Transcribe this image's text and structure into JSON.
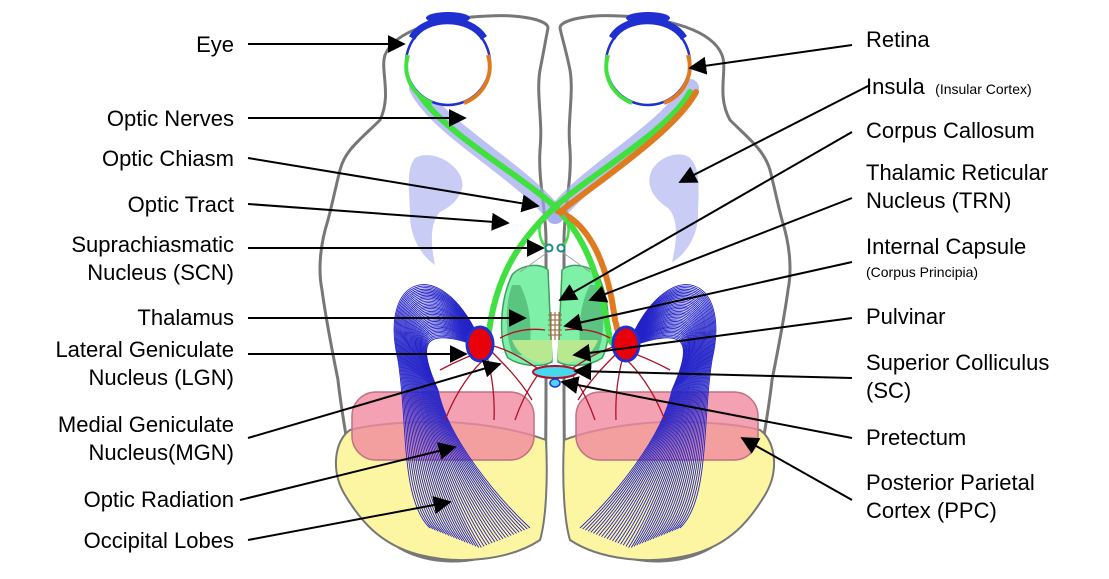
{
  "labels_left": [
    {
      "id": "eye",
      "lines": [
        "Eye"
      ]
    },
    {
      "id": "optic-nerves",
      "lines": [
        "Optic Nerves"
      ]
    },
    {
      "id": "optic-chiasm",
      "lines": [
        "Optic Chiasm"
      ]
    },
    {
      "id": "optic-tract",
      "lines": [
        "Optic Tract"
      ]
    },
    {
      "id": "scn",
      "lines": [
        "Suprachiasmatic",
        "Nucleus (SCN)"
      ]
    },
    {
      "id": "thalamus",
      "lines": [
        "Thalamus"
      ]
    },
    {
      "id": "lgn",
      "lines": [
        "Lateral Geniculate",
        "Nucleus (LGN)"
      ]
    },
    {
      "id": "mgn",
      "lines": [
        "Medial Geniculate",
        "Nucleus(MGN)"
      ]
    },
    {
      "id": "optic-radiation",
      "lines": [
        "Optic Radiation"
      ]
    },
    {
      "id": "occipital-lobes",
      "lines": [
        "Occipital Lobes"
      ]
    }
  ],
  "labels_right": [
    {
      "id": "retina",
      "lines": [
        "Retina"
      ]
    },
    {
      "id": "insula",
      "main": "Insula",
      "sub": "(Insular Cortex)"
    },
    {
      "id": "corpus-callosum",
      "lines": [
        "Corpus Callosum"
      ]
    },
    {
      "id": "trn",
      "lines": [
        "Thalamic Reticular",
        "Nucleus (TRN)"
      ]
    },
    {
      "id": "internal-capsule",
      "lines": [
        "Internal Capsule"
      ],
      "sub": "(Corpus Principia)"
    },
    {
      "id": "pulvinar",
      "lines": [
        "Pulvinar"
      ]
    },
    {
      "id": "superior-colliculus",
      "lines": [
        "Superior Colliculus",
        "(SC)"
      ]
    },
    {
      "id": "pretectum",
      "lines": [
        "Pretectum"
      ]
    },
    {
      "id": "ppc",
      "lines": [
        "Posterior Parietal",
        "Cortex (PPC)"
      ]
    }
  ],
  "colors": {
    "eye_blue": "#1f2fd0",
    "retina_orange": "#e07a1f",
    "nerve_green": "#3fe03f",
    "nerve_orange": "#e07a1f",
    "nerve_halo": "#9fa6ee",
    "insula": "#c9cdf5",
    "thalamus": "#7ef0a8",
    "thalamus_dark": "#3ea060",
    "lgn": "#e8000a",
    "sc": "#48d8ee",
    "ppc": "#f08aa0",
    "occipital": "#fcf5a2",
    "radiation": "#2222c8",
    "red_fibers": "#b0102a",
    "brain_outline": "#777777"
  }
}
